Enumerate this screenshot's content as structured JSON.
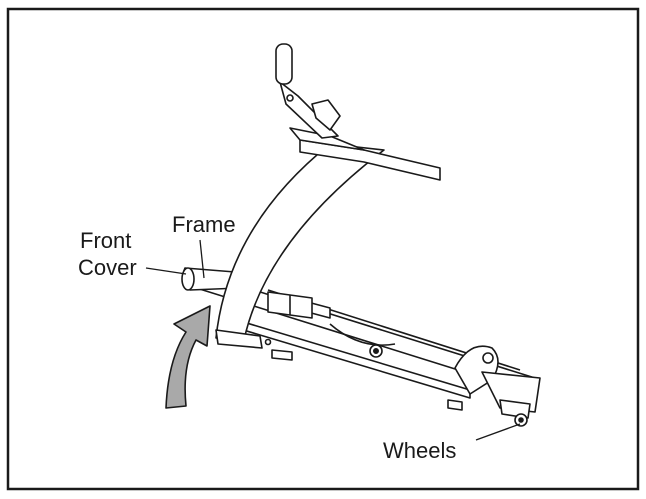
{
  "labels": {
    "frame": "Frame",
    "front": "Front",
    "cover": "Cover",
    "wheels": "Wheels"
  },
  "colors": {
    "ink": "#1a1a1a",
    "arrow_fill": "#a9a9a9",
    "background": "#ffffff"
  },
  "icons": {
    "lift_arrow": "curved-up-arrow-icon"
  }
}
